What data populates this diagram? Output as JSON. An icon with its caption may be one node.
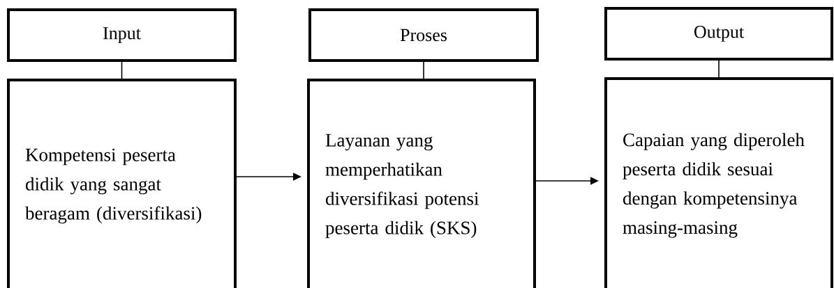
{
  "diagram": {
    "nodes": [
      {
        "text": [
          "Input"
        ]
      },
      {
        "text": [
          "Kompetensi peserta didik yang sangat beragam (diversifikasi)"
        ]
      },
      {
        "text": [
          "Proses"
        ]
      },
      {
        "text": [
          "Layanan yang memperhatikan diversifikasi potensi peserta didik (SKS)"
        ]
      },
      {
        "text": [
          "Output"
        ]
      },
      {
        "text": [
          "Capaian yang diperoleh peserta didik sesuai dengan kompetensinya masing-masing"
        ]
      }
    ],
    "edges": [
      {
        "from": 0,
        "to": 1,
        "arrow": "none"
      },
      {
        "from": 2,
        "to": 3,
        "arrow": "none"
      },
      {
        "from": 4,
        "to": 5,
        "arrow": "none"
      },
      {
        "from": 1,
        "to": 3,
        "arrow": "to"
      },
      {
        "from": 3,
        "to": 5,
        "arrow": "to"
      }
    ]
  }
}
